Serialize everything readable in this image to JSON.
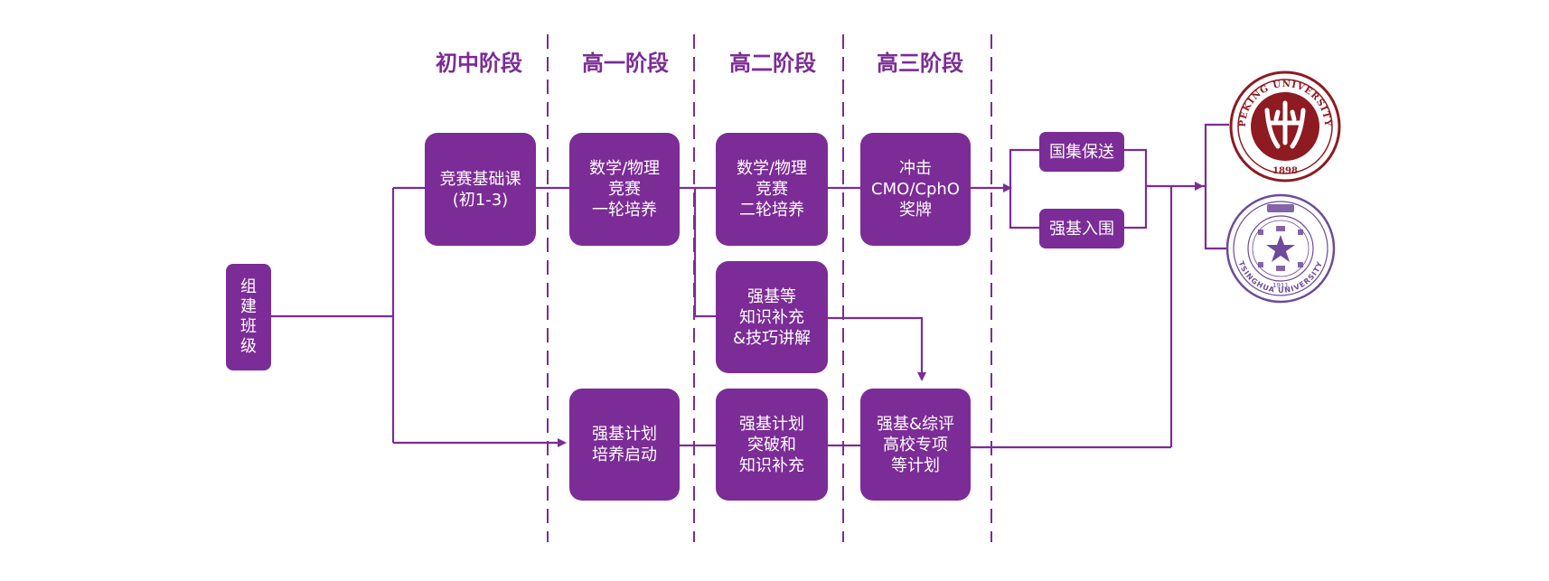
{
  "colors": {
    "accent": "#7b2c96",
    "peking_red": "#8e1a22",
    "tsinghua_purple": "#6e4a9a"
  },
  "stages": [
    "初中阶段",
    "高一阶段",
    "高二阶段",
    "高三阶段"
  ],
  "boxes": {
    "start": "组\n建\n班\n级",
    "comp_basic": "竞赛基础课\n(初1-3)",
    "g1_comp": "数学/物理\n竞赛\n一轮培养",
    "g2_comp": "数学/物理\n竞赛\n二轮培养",
    "g3_comp": "冲击\nCMO/CphO\n奖牌",
    "g2_supp": "强基等\n知识补充\n&技巧讲解",
    "g1_qiangji": "强基计划\n培养启动",
    "g2_qiangji": "强基计划\n突破和\n知识补充",
    "g3_qiangji": "强基&综评\n高校专项\n等计划",
    "guoji": "国集保送",
    "qiangji_ruwei": "强基入围"
  },
  "logos": {
    "peking": {
      "icon": "peking-university-seal-icon",
      "text": "PEKING UNIVERSITY",
      "year": "1898"
    },
    "tsinghua": {
      "icon": "tsinghua-university-seal-icon",
      "text": "TSINGHUA UNIVERSITY",
      "year": "1911"
    }
  }
}
